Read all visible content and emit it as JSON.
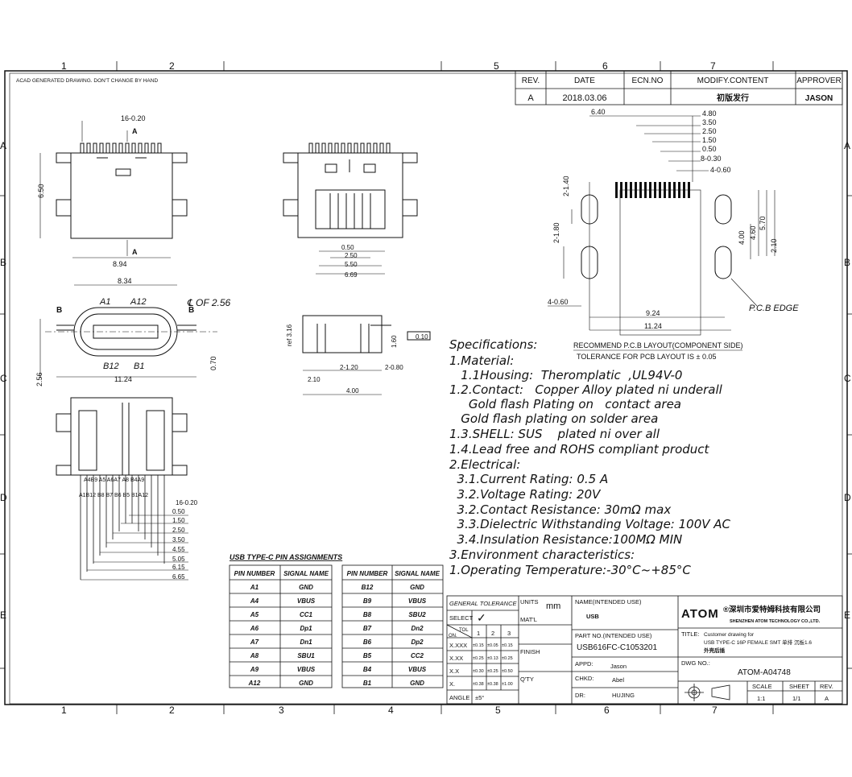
{
  "header_note": "ACAD GENERATED DRAWING. DON'T CHANGE BY HAND",
  "grid": {
    "columns": [
      "1",
      "2",
      "3",
      "4",
      "5",
      "6",
      "7"
    ],
    "rows": [
      "A",
      "B",
      "C",
      "D",
      "E"
    ]
  },
  "revision_table": {
    "headers": [
      "REV.",
      "DATE",
      "ECN.NO",
      "MODIFY.CONTENT",
      "APPROVER"
    ],
    "row": [
      "A",
      "2018.03.06",
      "",
      "初版发行",
      "JASON"
    ]
  },
  "views": {
    "top": {
      "dims": {
        "pitch": "16-0.20",
        "section_a": "A",
        "height": "6.50",
        "width": "8.94"
      }
    },
    "front": {
      "dims": [
        "0.50",
        "2.50",
        "5.50",
        "6.69"
      ]
    },
    "mouth": {
      "dims": {
        "width": "8.34",
        "a1": "A1",
        "a12": "A12",
        "center": "℄ OF 2.56",
        "b12": "B12",
        "b1": "B1",
        "height": "2.56",
        "overall": "11.24",
        "offset": "0.70",
        "section_b": "B"
      }
    },
    "side": {
      "dims": {
        "ref": "ref 3.16",
        "h": "1.60",
        "flat": "0.10",
        "d1": "2-1.20",
        "d2": "2-0.80",
        "l": "2.10",
        "w": "4.00"
      }
    },
    "bottom": {
      "pin_labels_top": "A4B9  A5   A6A7  A8  B4A9",
      "pin_labels_bottom": "A1B12  B8  B7  B6  B5  B1A12",
      "dims": [
        "16-0.20",
        "0.50",
        "1.50",
        "2.50",
        "3.50",
        "4.55",
        "5.05",
        "6.15",
        "6.65"
      ]
    },
    "pcb": {
      "dims_top": [
        "6.40",
        "4.80",
        "3.50",
        "2.50",
        "1.50",
        "0.50",
        "8-0.30",
        "4-0.60"
      ],
      "dims_side": [
        "2-1.40",
        "2-1.80",
        "4.00",
        "4.60",
        "5.70",
        "2.10"
      ],
      "dims_bottom": [
        "4-0.60",
        "9.24",
        "11.24"
      ],
      "pcb_edge": "P.C.B EDGE",
      "layout_title": "RECOMMEND P.C.B LAYOUT(COMPONENT SIDE)",
      "tolerance": "TOLERANCE FOR PCB LAYOUT IS ± 0.05"
    }
  },
  "specifications": [
    "Specifications:",
    "1.Material:",
    "   1.1Housing:  Theromplatic  ,UL94V-0",
    "1.2.Contact:   Copper Alloy plated ni underall",
    "     Gold flash Plating on   contact area",
    "   Gold flash plating on solder area",
    "1.3.SHELL: SUS    plated ni over all",
    "1.4.Lead free and ROHS compliant product",
    "2.Electrical:",
    "  3.1.Current Rating: 0.5 A",
    "  3.2.Voltage Rating: 20V",
    "  3.2.Contact Resistance: 30mΩ max",
    "  3.3.Dielectric Withstanding Voltage: 100V AC",
    "  3.4.Insulation Resistance:100MΩ MIN",
    "3.Environment characteristics:",
    "1.Operating Temperature:-30°C~+85°C"
  ],
  "pin_table": {
    "title": "USB TYPE-C PIN ASSIGNMENTS",
    "headers": [
      "PIN NUMBER",
      "SIGNAL NAME"
    ],
    "left": [
      [
        "A1",
        "GND"
      ],
      [
        "A4",
        "VBUS"
      ],
      [
        "A5",
        "CC1"
      ],
      [
        "A6",
        "Dp1"
      ],
      [
        "A7",
        "Dn1"
      ],
      [
        "A8",
        "SBU1"
      ],
      [
        "A9",
        "VBUS"
      ],
      [
        "A12",
        "GND"
      ]
    ],
    "right": [
      [
        "B12",
        "GND"
      ],
      [
        "B9",
        "VBUS"
      ],
      [
        "B8",
        "SBU2"
      ],
      [
        "B7",
        "Dn2"
      ],
      [
        "B6",
        "Dp2"
      ],
      [
        "B5",
        "CC2"
      ],
      [
        "B4",
        "VBUS"
      ],
      [
        "B1",
        "GND"
      ]
    ]
  },
  "title_block": {
    "general_tolerance": "GENERAL TOLERANCE",
    "units_label": "UNITS",
    "units_value": "mm",
    "select": "SELECT",
    "check": "✓",
    "tol_label": "TOL",
    "on_label": "ON.",
    "tol_cols": [
      "1",
      "2",
      "3"
    ],
    "tol_rows": [
      [
        "X.XXX",
        "±0.15",
        "±0.05",
        "±0.15"
      ],
      [
        "X.XX",
        "±0.25",
        "±0.13",
        "±0.25"
      ],
      [
        "X.X",
        "±0.30",
        "±0.25",
        "±0.50"
      ],
      [
        "X.",
        "±0.38",
        "±0.38",
        "±1.00"
      ]
    ],
    "angle_label": "ANGLE",
    "angle_value": "±5°",
    "mat_label": "MAT'L",
    "finish_label": "FINISH",
    "qty_label": "Q'TY",
    "name_label": "NAME(INTENDED USE)",
    "name_value": "USB",
    "part_label": "PART NO.(INTENDED USE)",
    "part_value": "USB616FC-C1053201",
    "appd_label": "APPD:",
    "appd_value": "Jason",
    "chkd_label": "CHKD:",
    "chkd_value": "Abel",
    "dr_label": "DR:",
    "dr_value": "HUJING",
    "company_logo": "ATOM",
    "company_cn": "®深圳市爱特姆科技有限公司",
    "company_en": "SHENZHEN ATOM TECHNOLOGY CO.,LTD.",
    "title_label": "TITLE:",
    "title_line1": "Customer drawing for",
    "title_line2": "USB TYPE-C 16P FEMALE SMT 单排 沉板1.6",
    "title_line3": "外壳后插",
    "dwg_label": "DWG NO.:",
    "dwg_value": "ATOM-A04748",
    "scale_label": "SCALE",
    "scale_value": "1:1",
    "sheet_label": "SHEET",
    "sheet_value": "1/1",
    "rev_label": "REV.",
    "rev_value": "A"
  }
}
